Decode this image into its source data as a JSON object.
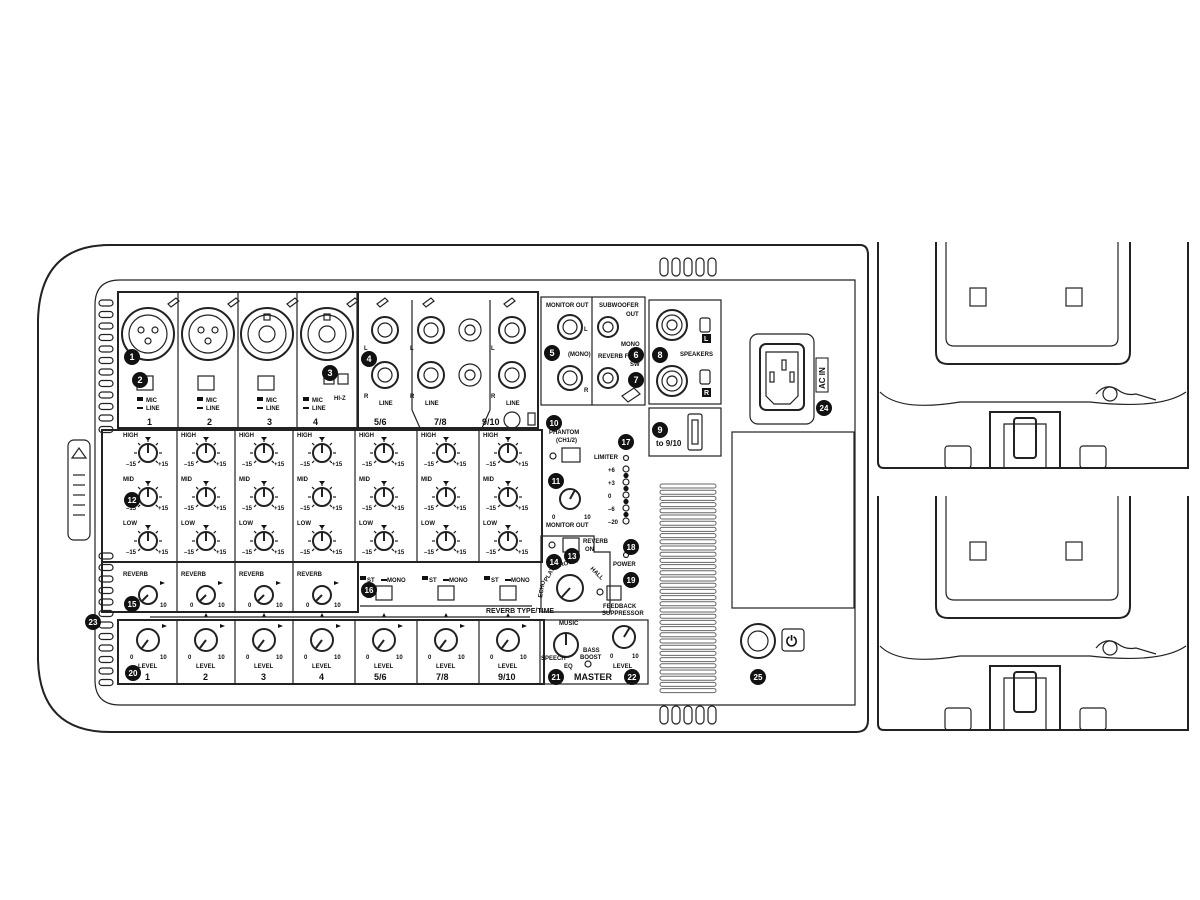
{
  "channels": {
    "mono": [
      "1",
      "2",
      "3",
      "4"
    ],
    "stereo": [
      "5/6",
      "7/8",
      "9/10"
    ]
  },
  "labels": {
    "mic": "MIC",
    "line": "LINE",
    "hiz": "HI-Z",
    "L": "L",
    "R": "R",
    "high": "HIGH",
    "mid": "MID",
    "low": "LOW",
    "eq_min": "–15",
    "eq_max": "+15",
    "reverb": "REVERB",
    "lvl_min": "0",
    "lvl_max": "10",
    "level": "LEVEL",
    "st": "ST",
    "mono": "MONO",
    "reverb_type_time": "REVERB TYPE/TIME",
    "monitor_out": "MONITOR OUT",
    "mono_paren": "(MONO)",
    "subwoofer": "SUBWOOFER",
    "out": "OUT",
    "mono_small": "MONO",
    "reverb_foot": "REVERB FOOT",
    "sw": "SW",
    "speakers": "SPEAKERS",
    "to_9_10": "to 9/10",
    "phantom": "PHANTOM",
    "phantom_ch": "(CH1/2)",
    "limiter": "LIMITER",
    "meter": [
      "+6",
      "+3",
      "0",
      "–6",
      "–20"
    ],
    "monitor_out_knob": "MONITOR OUT",
    "reverb_on": "REVERB",
    "on": "ON",
    "power": "POWER",
    "feedback": "FEEDBACK",
    "suppressor": "SUPPRESSOR",
    "plate": "PLATE",
    "room": "ROOM",
    "hall": "HALL",
    "echo": "ECHO",
    "music": "MUSIC",
    "speech": "SPEECH",
    "bass": "BASS",
    "boost": "BOOST",
    "eq": "EQ",
    "master": "MASTER",
    "ac_in": "AC IN"
  },
  "callouts": [
    "1",
    "2",
    "3",
    "4",
    "5",
    "6",
    "7",
    "8",
    "9",
    "10",
    "11",
    "12",
    "13",
    "14",
    "15",
    "16",
    "17",
    "18",
    "19",
    "20",
    "21",
    "22",
    "23",
    "24",
    "25"
  ]
}
